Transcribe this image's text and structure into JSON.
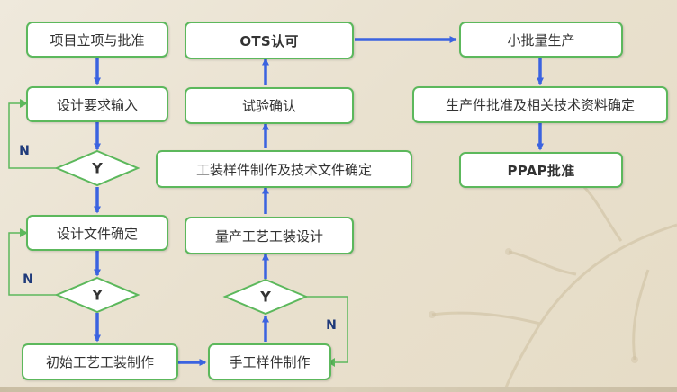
{
  "nodes": {
    "project": "项目立项与批准",
    "design_input": "设计要求输入",
    "design_doc": "设计文件确定",
    "initial_tooling": "初始工艺工装制作",
    "manual_sample": "手工样件制作",
    "mass_process": "量产工艺工装设计",
    "tooling_sample": "工装样件制作及技术文件确定",
    "test_confirm": "试验确认",
    "ots": "OTS认可",
    "small_batch": "小批量生产",
    "production_approval": "生产件批准及相关技术资料确定",
    "ppap": "PPAP批准"
  },
  "decisions": {
    "d1": "Y",
    "d2": "Y",
    "d3": "Y"
  },
  "loop_labels": {
    "n1": "N",
    "n2": "N",
    "n3": "N"
  },
  "colors": {
    "box_border": "#5cb85c",
    "arrow": "#3b63e0",
    "loop_line": "#5cb85c"
  }
}
